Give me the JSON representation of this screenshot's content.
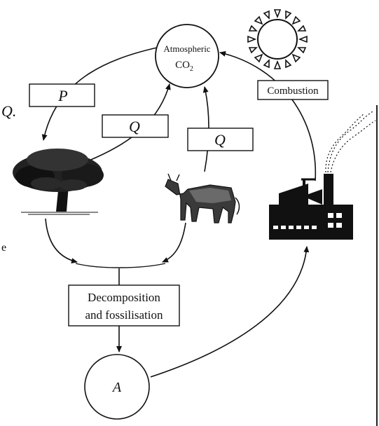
{
  "diagram": {
    "atmosphere": {
      "line1": "Atmospheric",
      "line2": "CO",
      "subscript": "2"
    },
    "labels": {
      "p": "P",
      "q_tree": "Q",
      "q_cow": "Q",
      "combustion": "Combustion",
      "decomposition_line1": "Decomposition",
      "decomposition_line2": "and fossilisation",
      "a": "A"
    },
    "margin_text": {
      "q_mark": "Q.",
      "e_mark": "e"
    },
    "icons": [
      "sun-icon",
      "tree-icon",
      "cow-icon",
      "factory-icon"
    ]
  }
}
